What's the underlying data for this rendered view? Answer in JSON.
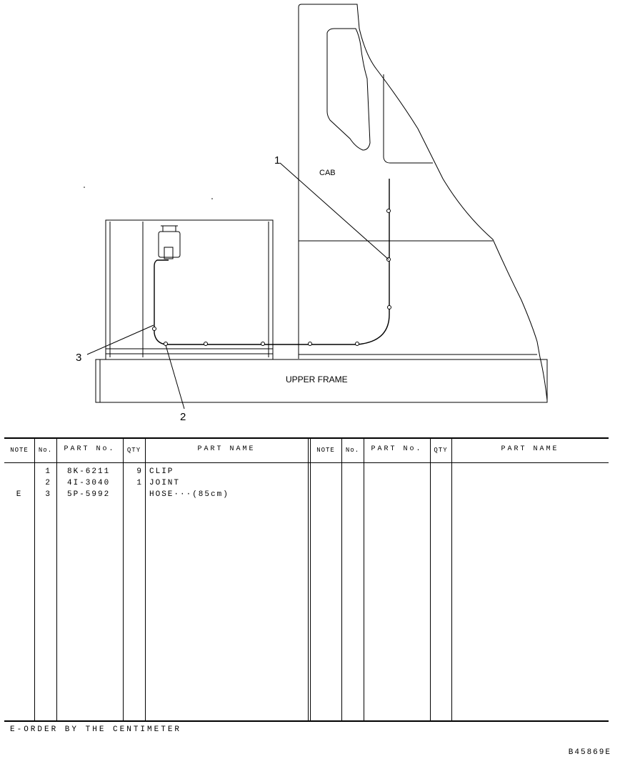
{
  "diagram": {
    "labels": {
      "cab": "CAB",
      "upper_frame": "UPPER FRAME",
      "callout_1": "1",
      "callout_2": "2",
      "callout_3": "3"
    }
  },
  "table": {
    "headers": {
      "note": "NOTE",
      "no": "No.",
      "part_no": "PART No.",
      "qty": "QTY",
      "part_name": "PART NAME"
    },
    "rows": [
      {
        "note": "",
        "no": "1",
        "part_no": "8K-6211",
        "qty": "9",
        "part_name": "CLIP"
      },
      {
        "note": "",
        "no": "2",
        "part_no": "4I-3040",
        "qty": "1",
        "part_name": "JOINT"
      },
      {
        "note": "E",
        "no": "3",
        "part_no": "5P-5992",
        "qty": "",
        "part_name": "HOSE···(85cm)"
      }
    ]
  },
  "footer": {
    "note": "E-ORDER BY THE CENTIMETER",
    "drawing_code": "B45869E"
  }
}
